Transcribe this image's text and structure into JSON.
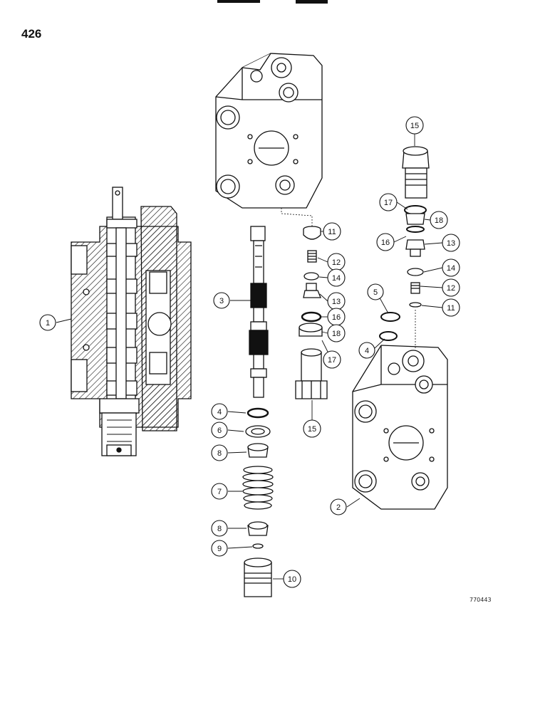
{
  "page_number": "426",
  "figure_ref": "770443",
  "callouts": [
    "1",
    "2",
    "3",
    "4",
    "5",
    "6",
    "7",
    "8",
    "9",
    "10",
    "11",
    "12",
    "13",
    "14",
    "15",
    "16",
    "17",
    "18"
  ]
}
